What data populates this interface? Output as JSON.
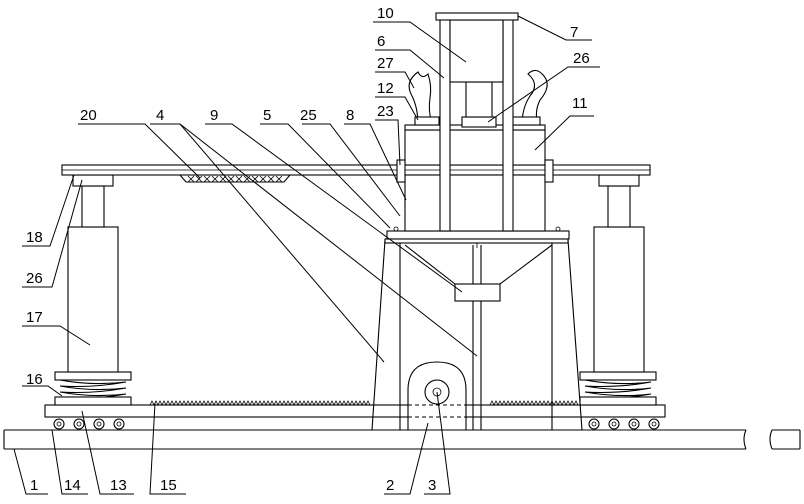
{
  "diagram": {
    "labels": {
      "l1": "1",
      "l2": "2",
      "l3": "3",
      "l4": "4",
      "l5": "5",
      "l6": "6",
      "l7": "7",
      "l8": "8",
      "l9": "9",
      "l10": "10",
      "l11": "11",
      "l12": "12",
      "l13": "13",
      "l14": "14",
      "l15": "15",
      "l16": "16",
      "l17": "17",
      "l18": "18",
      "l20": "20",
      "l23": "23",
      "l25": "25",
      "l26a": "26",
      "l26b": "26",
      "l27": "27"
    }
  }
}
